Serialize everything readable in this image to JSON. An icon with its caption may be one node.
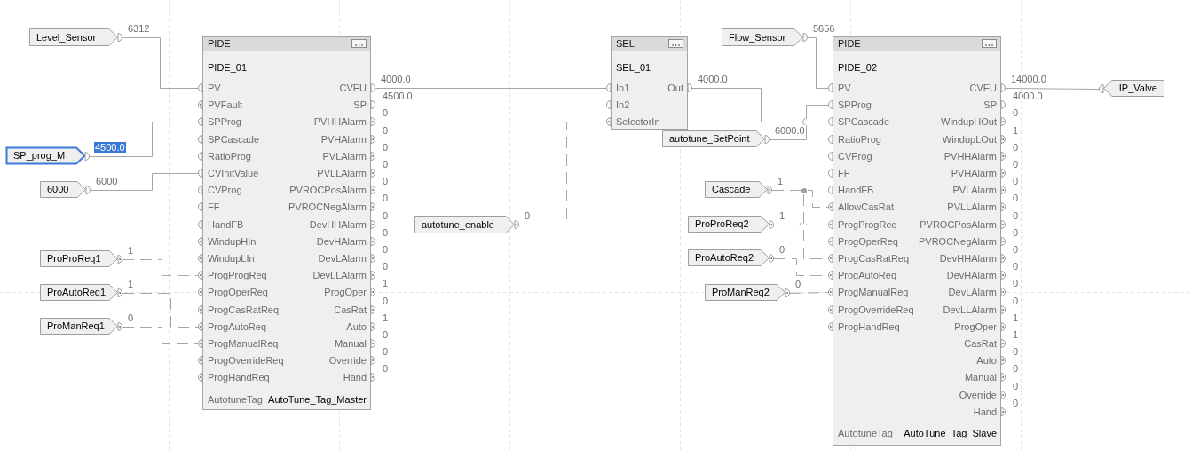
{
  "diagram": {
    "nodes": [
      {
        "text": [
          "Level_Sensor"
        ]
      },
      {
        "text": [
          "SP_prog_M"
        ]
      },
      {
        "text": [
          "6000"
        ]
      },
      {
        "text": [
          "ProProReq1"
        ]
      },
      {
        "text": [
          "ProAutoReq1"
        ]
      },
      {
        "text": [
          "ProManReq1"
        ]
      },
      {
        "text": [
          "PIDE",
          "PIDE_01",
          "PV",
          "PVFault",
          "SPProg",
          "SPCascade",
          "RatioProg",
          "CVInitValue",
          "CVProg",
          "FF",
          "HandFB",
          "WindupHIn",
          "WindupLIn",
          "ProgProgReq",
          "ProgOperReq",
          "ProgCasRatReq",
          "ProgAutoReq",
          "ProgManualReq",
          "ProgOverrideReq",
          "ProgHandReq",
          "CVEU",
          "SP",
          "PVHHAlarm",
          "PVHAlarm",
          "PVLAlarm",
          "PVLLAlarm",
          "PVROCPosAlarm",
          "PVROCNegAlarm",
          "DevHHAlarm",
          "DevHAlarm",
          "DevLAlarm",
          "DevLLAlarm",
          "ProgOper",
          "CasRat",
          "Auto",
          "Manual",
          "Override",
          "Hand",
          "AutotuneTag",
          "AutoTune_Tag_Master"
        ],
        "beside": [
          "4500.0",
          "0",
          "0",
          "0",
          "0",
          "0",
          "0",
          "0",
          "0",
          "0",
          "0",
          "1",
          "0",
          "1",
          "0",
          "0",
          "0"
        ]
      },
      {
        "text": [
          "autotune_enable"
        ]
      },
      {
        "text": [
          "SEL",
          "SEL_01",
          "In1",
          "In2",
          "SelectorIn",
          "Out"
        ]
      },
      {
        "text": [
          "Flow_Sensor"
        ]
      },
      {
        "text": [
          "autotune_SetPoint"
        ]
      },
      {
        "text": [
          "Cascade"
        ]
      },
      {
        "text": [
          "ProProReq2"
        ]
      },
      {
        "text": [
          "ProAutoReq2"
        ]
      },
      {
        "text": [
          "ProManReq2"
        ]
      },
      {
        "text": [
          "PIDE",
          "PIDE_02",
          "PV",
          "SPProg",
          "SPCascade",
          "RatioProg",
          "CVProg",
          "FF",
          "HandFB",
          "AllowCasRat",
          "ProgProgReq",
          "ProgOperReq",
          "ProgCasRatReq",
          "ProgAutoReq",
          "ProgManualReq",
          "ProgOverrideReq",
          "ProgHandReq",
          "CVEU",
          "SP",
          "WindupHOut",
          "WindupLOut",
          "PVHHAlarm",
          "PVHAlarm",
          "PVLAlarm",
          "PVLLAlarm",
          "PVROCPosAlarm",
          "PVROCNegAlarm",
          "DevHHAlarm",
          "DevHAlarm",
          "DevLAlarm",
          "DevLLAlarm",
          "ProgOper",
          "CasRat",
          "Auto",
          "Manual",
          "Override",
          "Hand",
          "AutotuneTag",
          "AutoTune_Tag_Slave"
        ],
        "beside": [
          "4000.0",
          "0",
          "1",
          "0",
          "0",
          "0",
          "0",
          "0",
          "0",
          "0",
          "0",
          "0",
          "0",
          "1",
          "1",
          "0",
          "0",
          "0",
          "0"
        ]
      },
      {
        "text": [
          "IP_Valve"
        ]
      }
    ],
    "edges": [
      {
        "from": 0,
        "to": 6,
        "arrow": "none",
        "label": "6312"
      },
      {
        "from": 1,
        "to": 6,
        "arrow": "none",
        "label": "4500.0"
      },
      {
        "from": 2,
        "to": 6,
        "arrow": "none",
        "label": "6000"
      },
      {
        "from": 3,
        "to": 6,
        "arrow": "none",
        "label": "1",
        "style": "dashed"
      },
      {
        "from": 4,
        "to": 6,
        "arrow": "none",
        "label": "1",
        "style": "dashed"
      },
      {
        "from": 5,
        "to": 6,
        "arrow": "none",
        "label": "0",
        "style": "dashed"
      },
      {
        "from": 6,
        "to": 8,
        "arrow": "none",
        "label": "4000.0"
      },
      {
        "from": 7,
        "to": 8,
        "arrow": "none",
        "label": "0",
        "style": "dashed"
      },
      {
        "from": 8,
        "to": 15,
        "arrow": "none",
        "label": "4000.0"
      },
      {
        "from": 9,
        "to": 15,
        "arrow": "none",
        "label": "5656"
      },
      {
        "from": 10,
        "to": 15,
        "arrow": "none",
        "label": "6000.0"
      },
      {
        "from": 15,
        "to": 16,
        "arrow": "none",
        "label": "14000.0"
      },
      {
        "from": 11,
        "to": 15,
        "arrow": "none",
        "label": "1",
        "style": "dashed"
      },
      {
        "from": 11,
        "to": 15,
        "arrow": "none",
        "style": "dashed"
      },
      {
        "from": 12,
        "to": 15,
        "arrow": "none",
        "label": "1",
        "style": "dashed"
      },
      {
        "from": 13,
        "to": 15,
        "arrow": "none",
        "label": "0",
        "style": "dashed"
      },
      {
        "from": 14,
        "to": 15,
        "arrow": "none",
        "label": "0",
        "style": "dashed"
      }
    ]
  }
}
